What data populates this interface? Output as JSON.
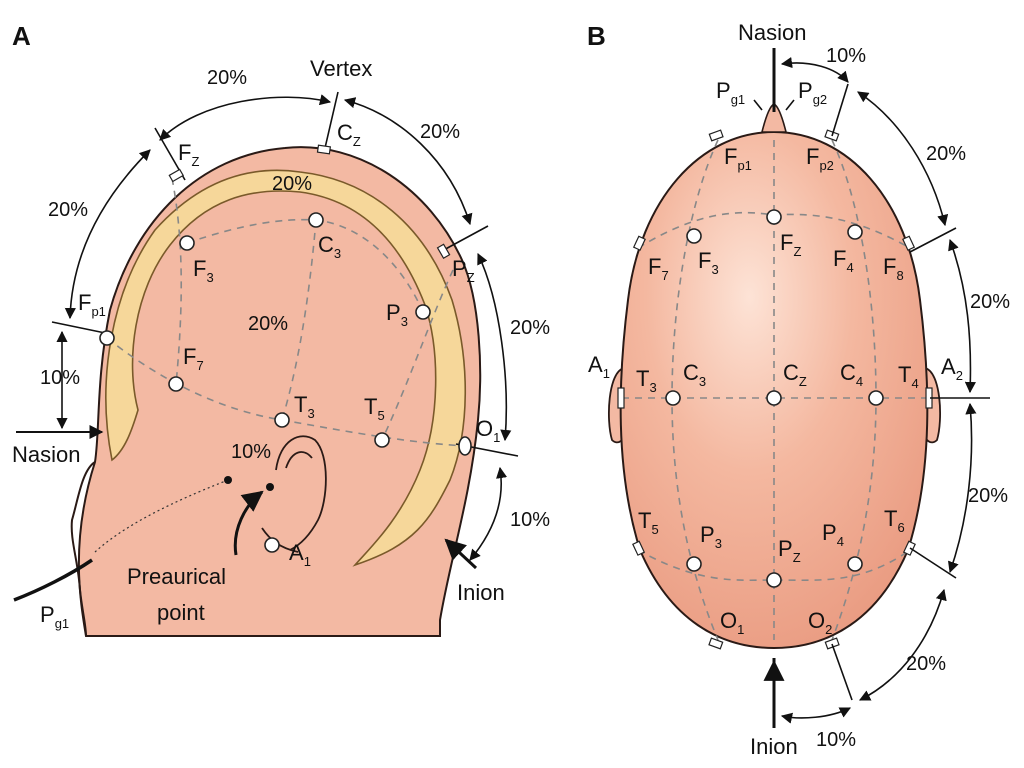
{
  "panels": {
    "a": "A",
    "b": "B"
  },
  "colors": {
    "skin": "#f3b9a3",
    "skin_edge": "#2a1a16",
    "band": "#f6d79a",
    "band_edge": "#7a5a2a",
    "line": "#888888",
    "electrode": "#ffffff",
    "background": "#ffffff"
  },
  "side_view": {
    "vertex": "Vertex",
    "nasion": "Nasion",
    "inion": "Inion",
    "preauricular_line1": "Preaurical",
    "preauricular_line2": "point",
    "pg1": {
      "main": "P",
      "sub": "g1"
    },
    "percent_labels": [
      "20%",
      "20%",
      "20%",
      "20%",
      "20%",
      "20%",
      "10%",
      "10%",
      "10%"
    ],
    "electrodes": [
      {
        "main": "F",
        "sub": "Z"
      },
      {
        "main": "C",
        "sub": "Z"
      },
      {
        "main": "P",
        "sub": "Z"
      },
      {
        "main": "F",
        "sub": "p1"
      },
      {
        "main": "F",
        "sub": "3"
      },
      {
        "main": "C",
        "sub": "3"
      },
      {
        "main": "P",
        "sub": "3"
      },
      {
        "main": "F",
        "sub": "7"
      },
      {
        "main": "T",
        "sub": "3"
      },
      {
        "main": "T",
        "sub": "5"
      },
      {
        "main": "O",
        "sub": "1"
      },
      {
        "main": "A",
        "sub": "1"
      }
    ]
  },
  "top_view": {
    "nasion": "Nasion",
    "inion": "Inion",
    "percent_labels": [
      "10%",
      "20%",
      "20%",
      "20%",
      "20%",
      "10%"
    ],
    "electrodes": [
      {
        "main": "P",
        "sub": "g1"
      },
      {
        "main": "P",
        "sub": "g2"
      },
      {
        "main": "F",
        "sub": "p1"
      },
      {
        "main": "F",
        "sub": "p2"
      },
      {
        "main": "F",
        "sub": "7"
      },
      {
        "main": "F",
        "sub": "3"
      },
      {
        "main": "F",
        "sub": "Z"
      },
      {
        "main": "F",
        "sub": "4"
      },
      {
        "main": "F",
        "sub": "8"
      },
      {
        "main": "A",
        "sub": "1"
      },
      {
        "main": "T",
        "sub": "3"
      },
      {
        "main": "C",
        "sub": "3"
      },
      {
        "main": "C",
        "sub": "Z"
      },
      {
        "main": "C",
        "sub": "4"
      },
      {
        "main": "T",
        "sub": "4"
      },
      {
        "main": "A",
        "sub": "2"
      },
      {
        "main": "T",
        "sub": "5"
      },
      {
        "main": "P",
        "sub": "3"
      },
      {
        "main": "P",
        "sub": "Z"
      },
      {
        "main": "P",
        "sub": "4"
      },
      {
        "main": "T",
        "sub": "6"
      },
      {
        "main": "O",
        "sub": "1"
      },
      {
        "main": "O",
        "sub": "2"
      }
    ]
  }
}
